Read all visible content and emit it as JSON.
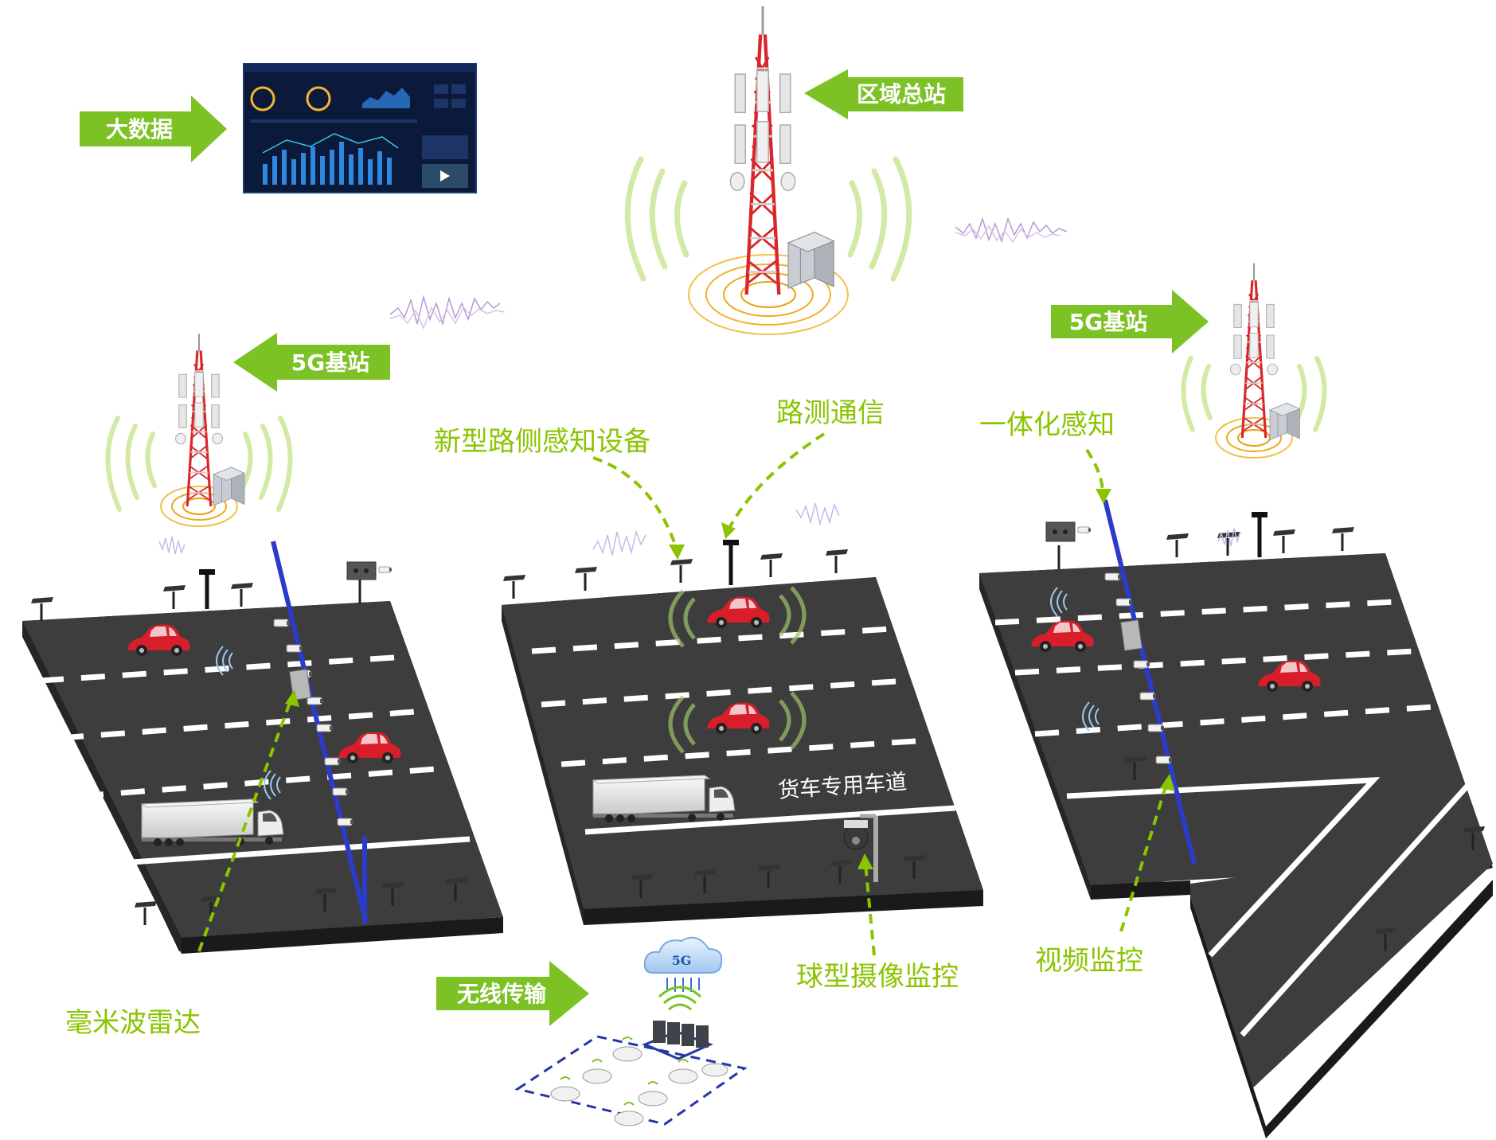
{
  "tags": {
    "big_data": "大数据",
    "regional_station": "区域总站",
    "base_station_left": "5G基站",
    "base_station_right": "5G基站",
    "wireless": "无线传输"
  },
  "labels": {
    "new_roadside_devices": "新型路侧感知设备",
    "roadside_comm": "路测通信",
    "integrated_sensing": "一体化感知",
    "mmwave_radar": "毫米波雷达",
    "dome_camera": "球型摄像监控",
    "video_monitor": "视频监控"
  },
  "road": {
    "truck_lane": "货车专用车道"
  },
  "cloud_badge": "5G",
  "colors": {
    "accent_green": "#8bc400",
    "tag_green": "#7cc225",
    "road": "#3d3d3d",
    "road_edge": "#1f1f1f",
    "tower_red": "#d9262b",
    "car_red": "#d81e2a",
    "pole_blue": "#2a3cc8",
    "dashboard_bg": "#0b1a3a"
  },
  "icons": [
    "antenna-tower-icon",
    "cabinet-icon",
    "car-icon",
    "truck-icon",
    "dome-camera-icon",
    "cloud-icon",
    "server-icon",
    "wifi-icon",
    "radar-wave-icon",
    "signal-wave-icon"
  ]
}
